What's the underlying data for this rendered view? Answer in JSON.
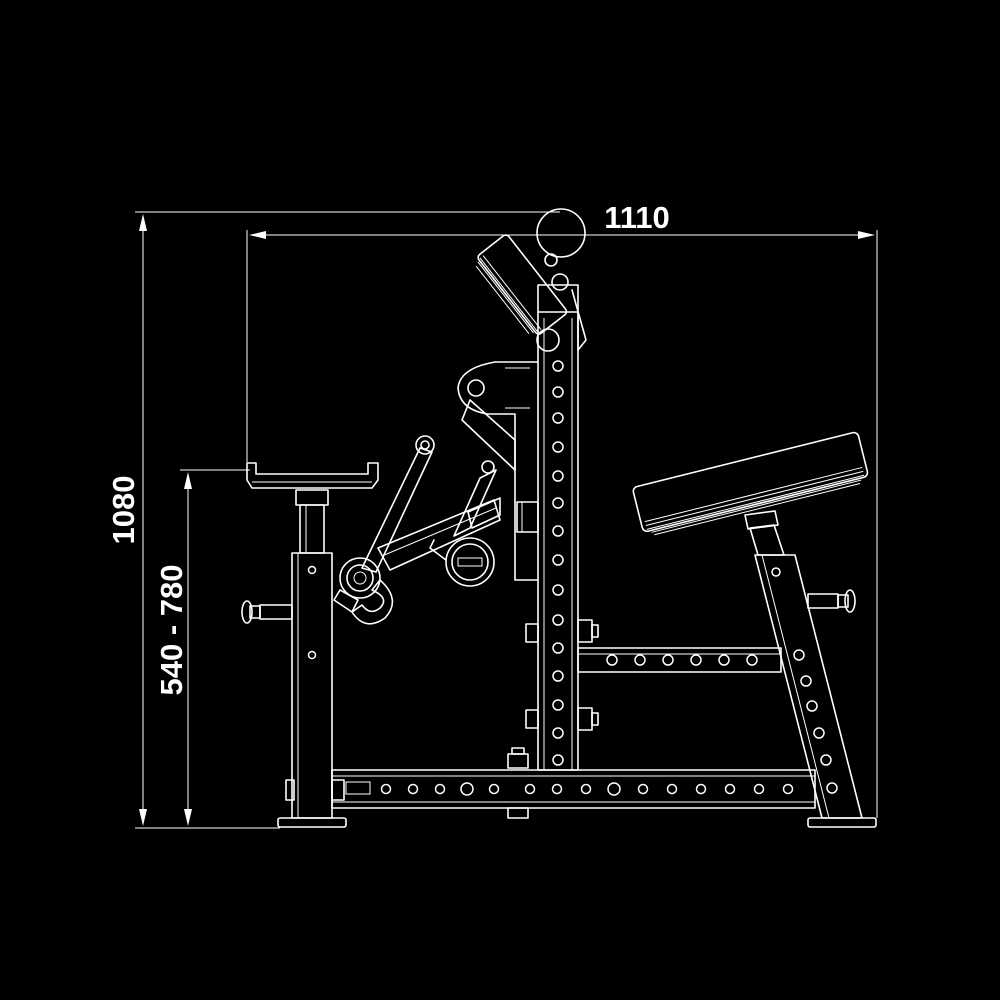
{
  "dimensions": {
    "width_label": "1110",
    "height_label": "1080",
    "seat_height_label": "540 - 780"
  },
  "colors": {
    "background": "#000000",
    "line": "#ffffff"
  }
}
